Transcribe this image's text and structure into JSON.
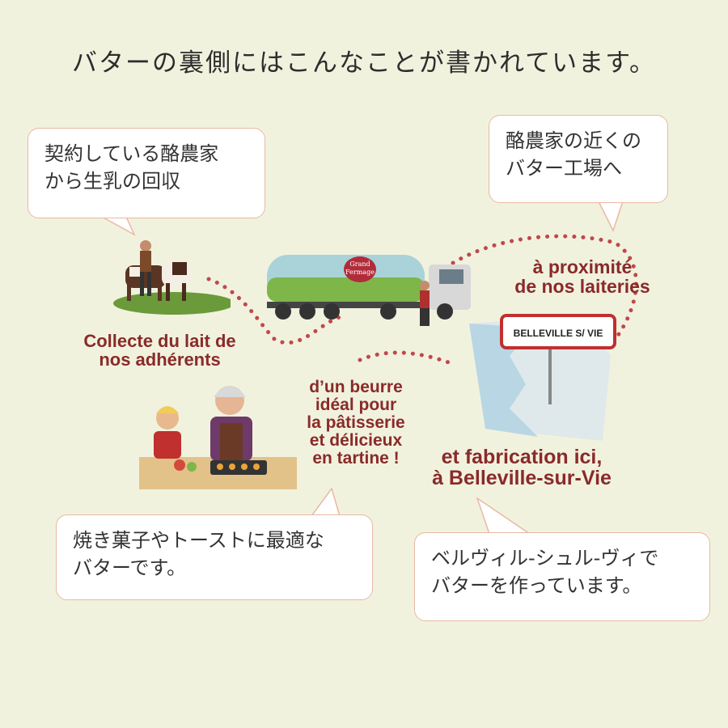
{
  "title": "バターの裏側にはこんなことが書かれています。",
  "bubbles": {
    "top_left": [
      "契約している酪農家",
      "から生乳の回収"
    ],
    "top_right": [
      "酪農家の近くの",
      "バター工場へ"
    ],
    "bottom_left": [
      "焼き菓子やトーストに最適な",
      "バターです。"
    ],
    "bottom_right": [
      "ベルヴィル-シュル-ヴィで",
      "バターを作っています。"
    ]
  },
  "french": {
    "collecte": [
      "Collecte du lait de",
      "nos adhérents"
    ],
    "proximite": [
      "à proximité",
      "de nos laiteries"
    ],
    "beurre": [
      "d’un beurre",
      "idéal pour",
      "la pâtisserie",
      "et délicieux",
      "en tartine !"
    ],
    "fabrication": [
      "et fabrication ici,",
      "à Belleville-sur-Vie"
    ]
  },
  "truck_logo": [
    "Grand",
    "Fermage"
  ],
  "sign_text": "BELLEVILLE S/ VIE",
  "icons": [
    "cow-farmer-illustration",
    "milk-truck-illustration",
    "map-illustration",
    "grandma-baking-illustration"
  ],
  "colors": {
    "background": "#f1f2de",
    "bubble_border": "#e9b8a4",
    "french_text": "#8a2a2a",
    "dots": "#c0484a"
  }
}
